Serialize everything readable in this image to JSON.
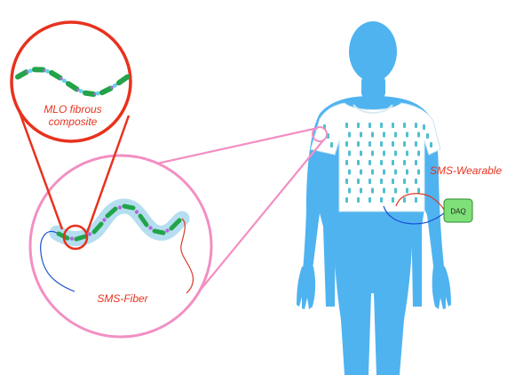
{
  "labels": {
    "top_circle": [
      "MLO fibrous",
      "composite"
    ],
    "middle_circle": "SMS-Fiber",
    "wearable": "SMS-Wearable",
    "daq": "DAQ"
  },
  "colors": {
    "red": "#e8321e",
    "pink": "#f28fc3",
    "body": "#4fb3f0",
    "shirt": "#ffffff",
    "shirt_print": "#2fb4c8",
    "fiber_glow": "#b5dff0",
    "fiber_segment": "#23a34a",
    "fiber_node": "#b768e0",
    "daq_fill": "#7fe07a",
    "daq_border": "#2e8a2b",
    "wire_red": "#d93b2a",
    "wire_blue": "#1d4fd6"
  }
}
